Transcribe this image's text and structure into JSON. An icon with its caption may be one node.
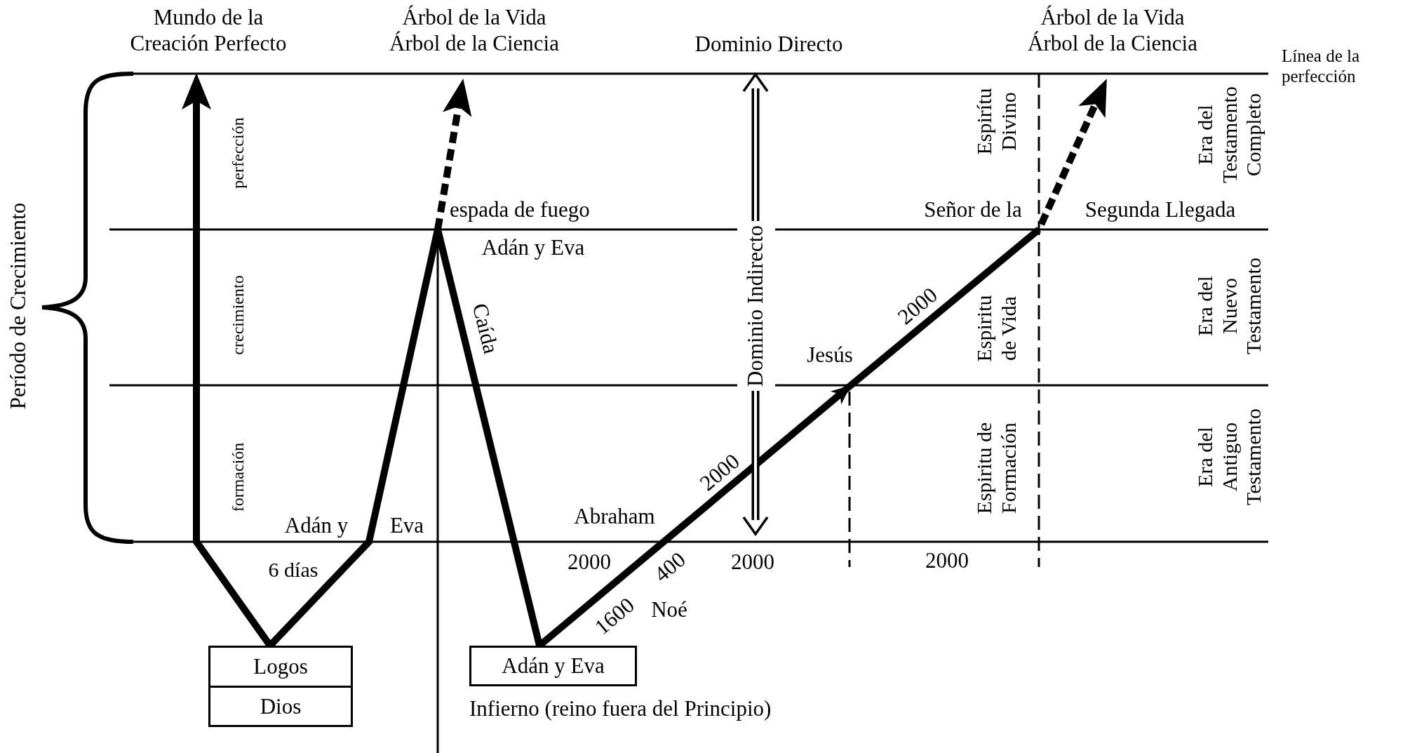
{
  "diagram": {
    "nodes": [
      {
        "text": [
          "Mundo de la Creación Perfecto"
        ]
      },
      {
        "text": [
          "Árbol de la Vida",
          "Árbol de la Ciencia"
        ]
      },
      {
        "text": [
          "Dominio Directo"
        ]
      },
      {
        "text": [
          "Árbol de la Vida",
          "Árbol de la Ciencia"
        ]
      },
      {
        "text": [
          "Logos",
          "Dios"
        ]
      },
      {
        "text": [
          "Adán y Eva"
        ],
        "beside": [
          "Infierno (reino fuera del Principio)"
        ]
      }
    ],
    "edges": [
      {
        "from": 4,
        "to": 0,
        "arrow": "to"
      },
      {
        "from": 4,
        "to": null,
        "arrow": "none"
      },
      {
        "from": null,
        "to": 1,
        "arrow": "to",
        "style": "dashed"
      },
      {
        "from": null,
        "to": 5,
        "arrow": "none",
        "label": "Caída"
      },
      {
        "from": 5,
        "to": null,
        "arrow": "to"
      },
      {
        "from": null,
        "to": 3,
        "arrow": "to",
        "style": "dashed"
      },
      {
        "from": null,
        "to": 2,
        "arrow": "both",
        "label": "Dominio Indirecto"
      }
    ],
    "labels": [
      "Línea de la perfección",
      "Período de Crecimiento",
      "perfección",
      "espada de fuego",
      "Señor de la",
      "Segunda Llegada",
      "Espirítu Divino",
      "Era del Testamento Completo",
      "Adán y Eva",
      "crecimiento",
      "2000",
      "Jesús",
      "Espiritu de Vida",
      "Era del Nuevo Testamento",
      "formación",
      "2000",
      "Espiritu de Formación",
      "Era del Antiguo Testamento",
      "Adán y",
      "Eva",
      "Abraham",
      "6 días",
      "2000",
      "400",
      "2000",
      "2000",
      "1600",
      "Noé"
    ]
  }
}
